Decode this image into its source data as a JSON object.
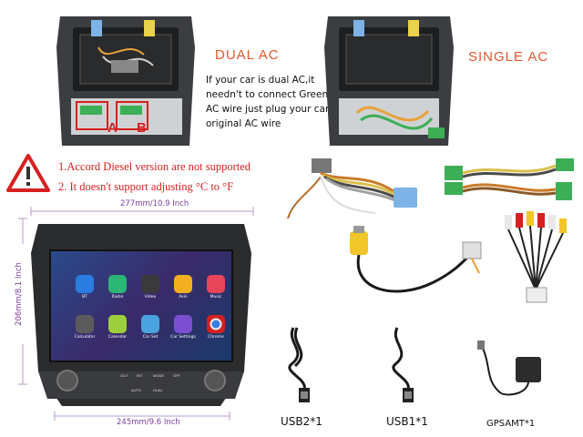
{
  "top": {
    "dual_title": "DUAL  AC",
    "single_title": "SINGLE  AC",
    "note_lines": [
      "If your car is dual AC,it",
      "needn't to connect Green",
      "AC wire just plug your car",
      "original AC wire"
    ],
    "label_a": "A",
    "label_b": "B"
  },
  "warnings": [
    "1.Accord Diesel version are not supported",
    "2. It doesn't support adjusting  °C to °F"
  ],
  "dimensions": {
    "top": "277mm/10.9 Inch",
    "side": "206mm/8.1 Inch",
    "bottom": "245mm/9.6 Inch"
  },
  "apps": [
    {
      "label": "BT",
      "color": "#2a7de1"
    },
    {
      "label": "Radio",
      "color": "#2bb673"
    },
    {
      "label": "Video",
      "color": "#3a3a3a"
    },
    {
      "label": "Avin",
      "color": "#f2b01e"
    },
    {
      "label": "Music",
      "color": "#e8445a"
    },
    {
      "label": "Calculator",
      "color": "#5b5b5b"
    },
    {
      "label": "Calendar",
      "color": "#9ccf3c"
    },
    {
      "label": "Car Set",
      "color": "#4aa3df"
    },
    {
      "label": "Car Settings",
      "color": "#7a4fd0"
    },
    {
      "label": "Chrome",
      "color": "#e9e9e9"
    }
  ],
  "panel_buttons": [
    "OUT",
    "INT",
    "MODE",
    "OFF",
    "AUTO",
    "DUAL"
  ],
  "captions": {
    "usb2": "USB2*1",
    "usb1": "USB1*1",
    "gps": "GPSAMT*1"
  }
}
